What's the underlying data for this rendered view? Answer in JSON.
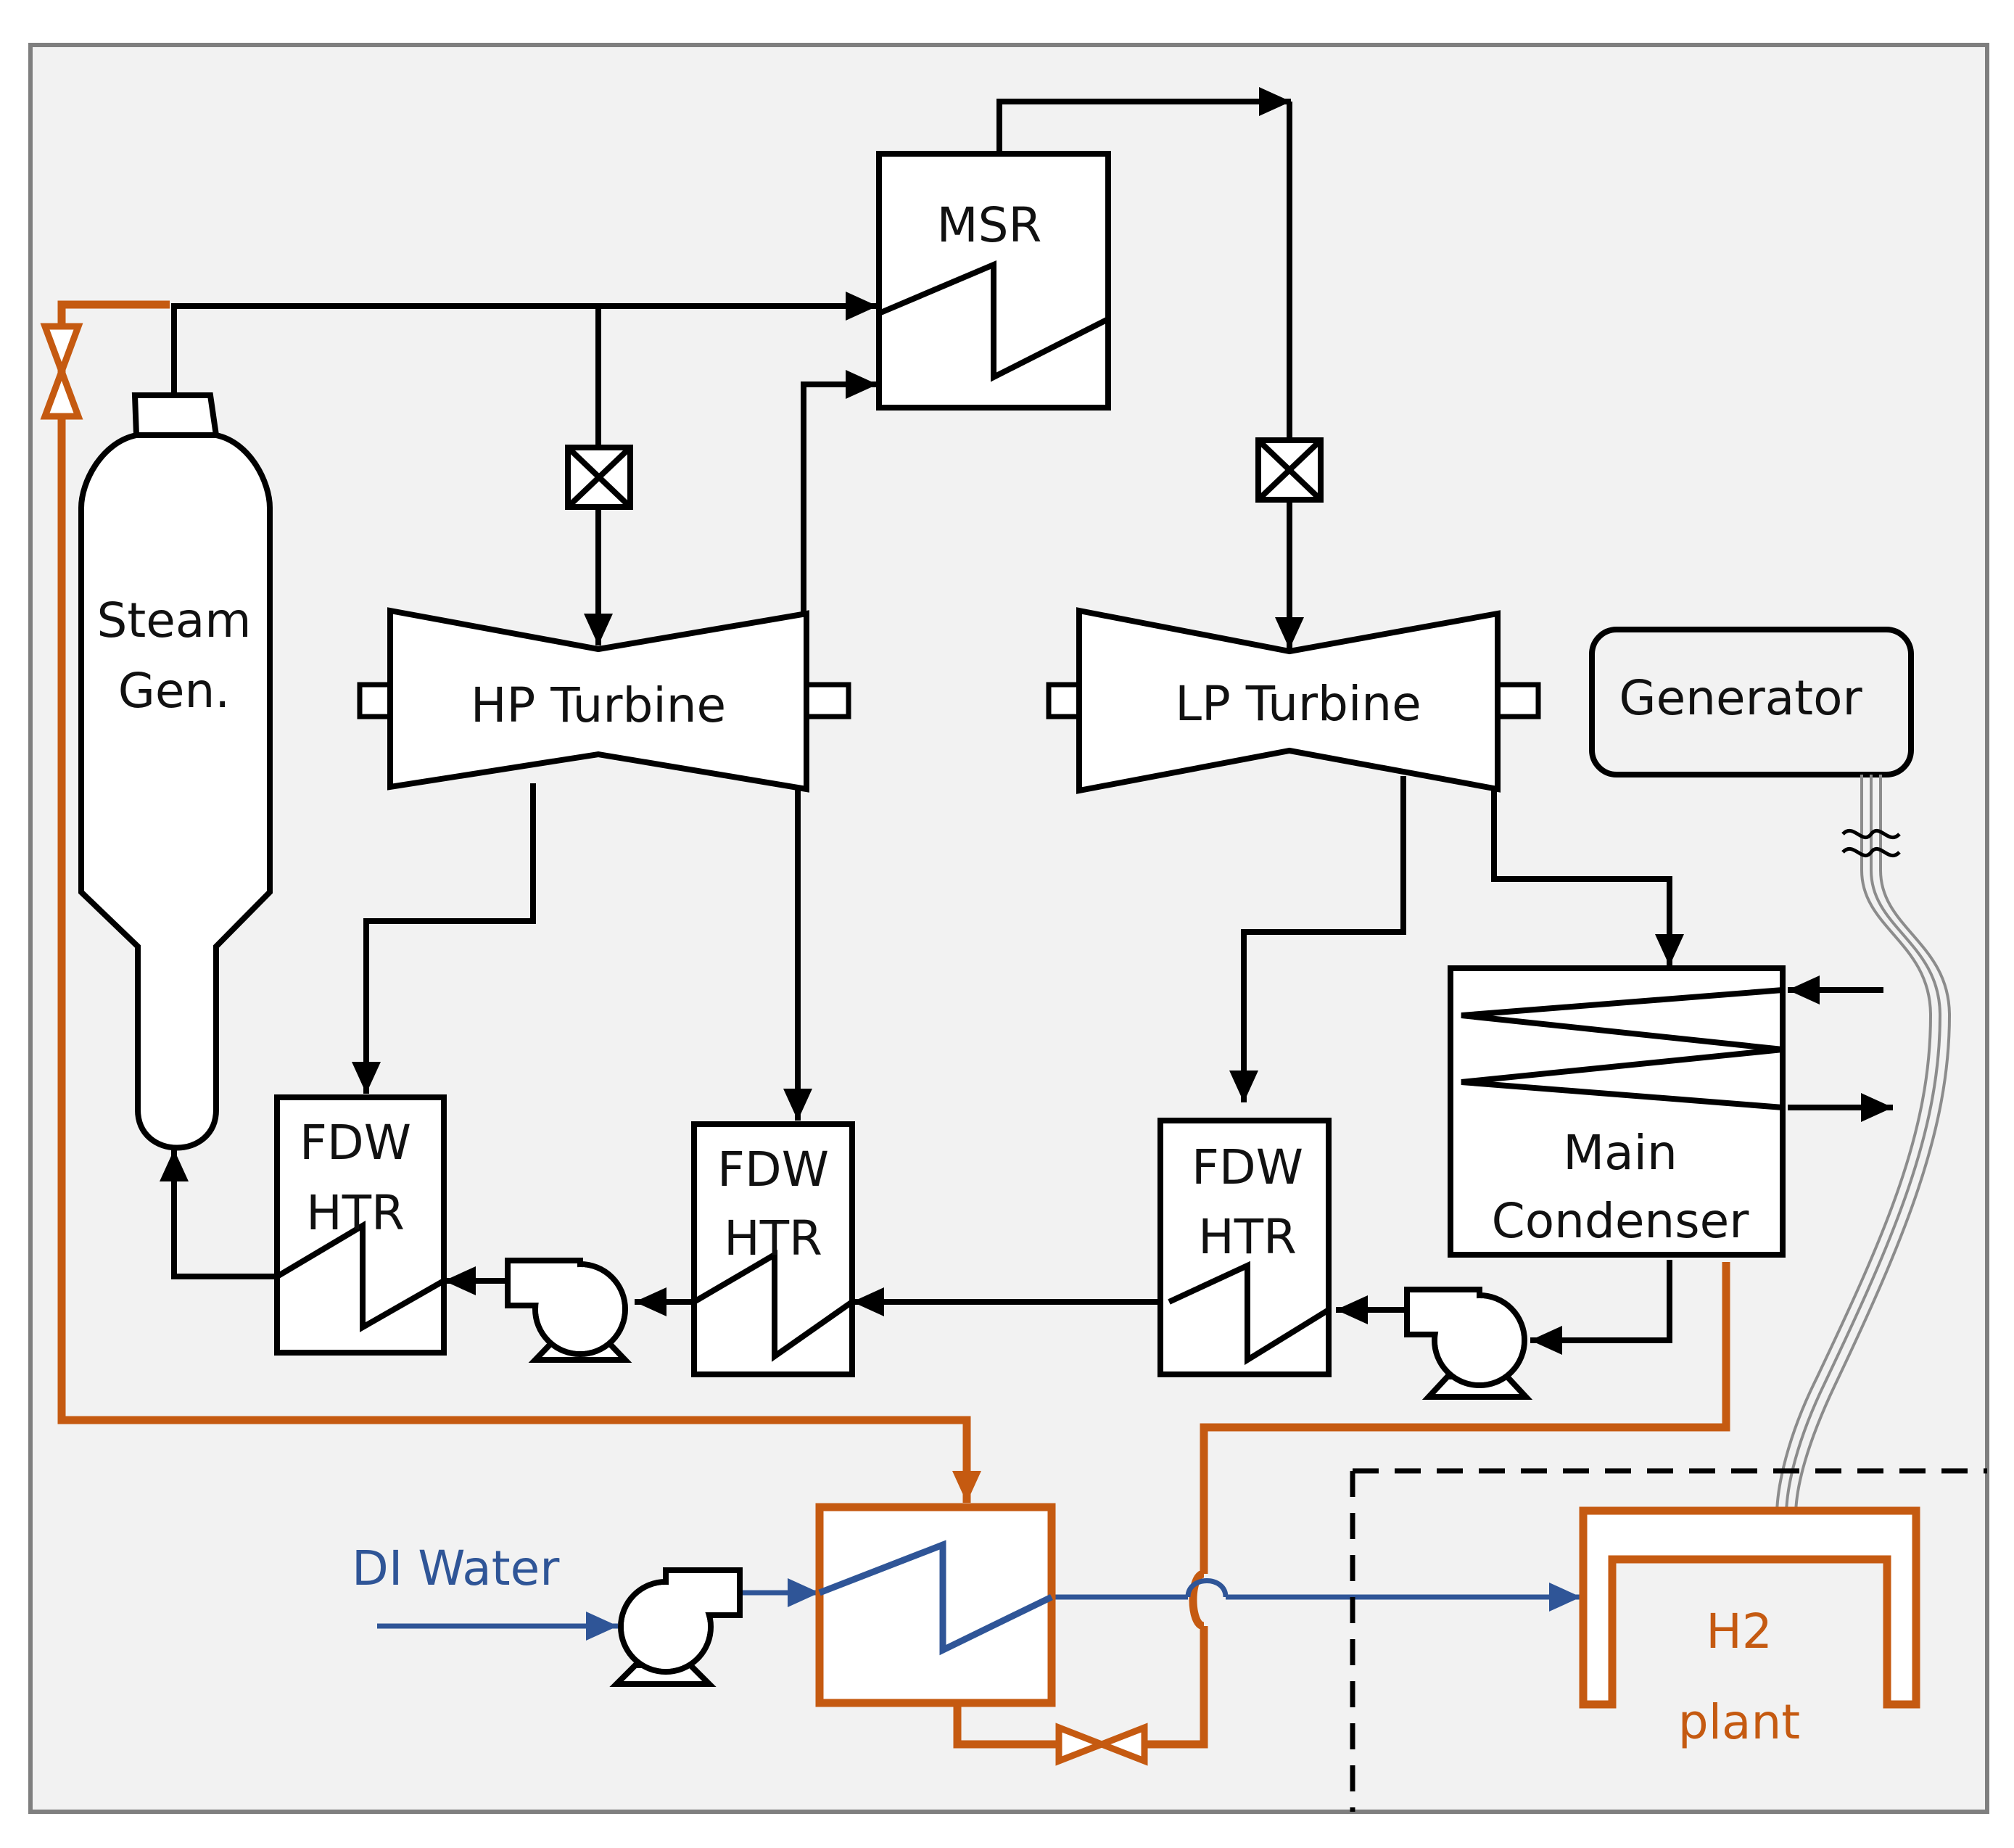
{
  "colors": {
    "background": "#f2f2f2",
    "border": "#7f7f7f",
    "line": "#000000",
    "steam_line": "#c55a11",
    "water_line": "#2f5597"
  },
  "labels": {
    "msr": "MSR",
    "steam_gen_line1": "Steam",
    "steam_gen_line2": "Gen.",
    "hp_turbine": "HP Turbine",
    "lp_turbine": "LP Turbine",
    "generator": "Generator",
    "fdw_htr_line1": "FDW",
    "fdw_htr_line2": "HTR",
    "main_condenser_line1": "Main",
    "main_condenser_line2": "Condenser",
    "di_water": "DI Water",
    "h2_plant_line1": "H2",
    "h2_plant_line2": "plant"
  },
  "icons": [
    "valve-icon",
    "pump-icon",
    "heat-exchanger-icon",
    "turbine-icon",
    "power-cable-icon"
  ]
}
